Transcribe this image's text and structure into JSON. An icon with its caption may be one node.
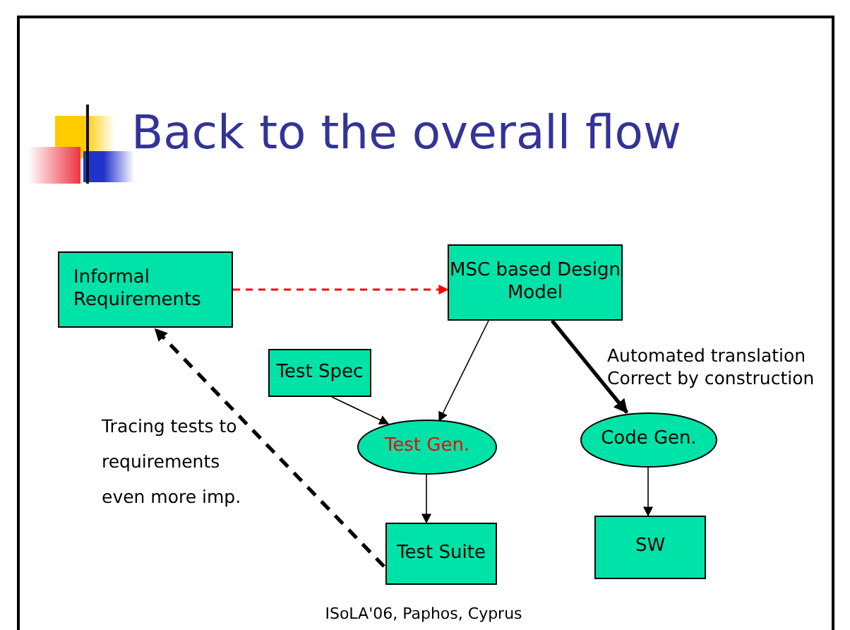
{
  "diagram": {
    "title": "Back to the overall flow",
    "nodes": [
      {
        "text": [
          "Informal Requirements"
        ]
      },
      {
        "text": [
          "MSC based Design Model"
        ]
      },
      {
        "text": [
          "Test Spec"
        ]
      },
      {
        "text": [
          "Test Gen."
        ]
      },
      {
        "text": [
          "Code Gen."
        ]
      },
      {
        "text": [
          "Test Suite"
        ]
      },
      {
        "text": [
          "SW"
        ]
      }
    ],
    "edges": [
      {
        "from": 0,
        "to": 1,
        "arrow": "to",
        "style": "dashed",
        "color": "#ff0000"
      },
      {
        "from": 1,
        "to": 3,
        "arrow": "to"
      },
      {
        "from": 2,
        "to": 3,
        "arrow": "to"
      },
      {
        "from": 1,
        "to": 4,
        "arrow": "to",
        "style": "thick",
        "label": "Automated translation Correct by construction"
      },
      {
        "from": 3,
        "to": 5,
        "arrow": "to"
      },
      {
        "from": 4,
        "to": 6,
        "arrow": "to"
      },
      {
        "from": 5,
        "to": 0,
        "arrow": "to",
        "style": "dashed"
      }
    ],
    "labels": [
      "Tracing tests to requirements even more imp.",
      "ISoLA'06, Paphos, Cyprus"
    ]
  }
}
